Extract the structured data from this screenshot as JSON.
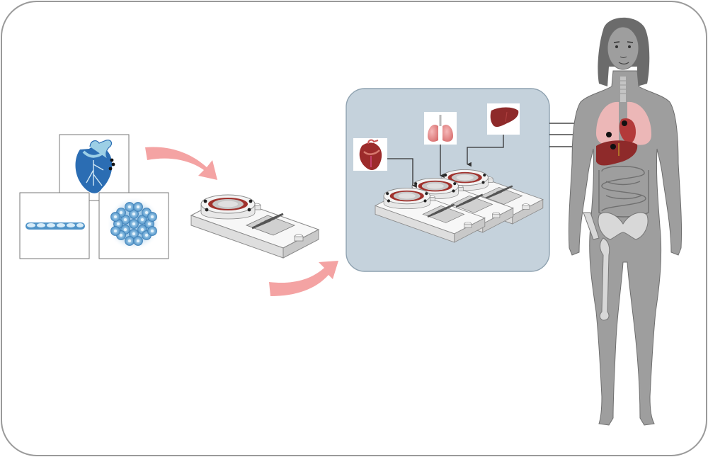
{
  "figure": {
    "panels": [
      {
        "id": "heart-tissue",
        "icon": "blue-heart-icon"
      },
      {
        "id": "cell-monolayer",
        "icon": "cell-monolayer-icon"
      },
      {
        "id": "cell-spheroid",
        "icon": "spheroid-icon"
      }
    ],
    "organs": [
      {
        "id": "heart",
        "icon": "red-heart-icon"
      },
      {
        "id": "lungs",
        "icon": "lungs-icon"
      },
      {
        "id": "liver",
        "icon": "liver-icon"
      }
    ],
    "colors": {
      "frame_stroke": "#9a9a9a",
      "arrow": "#f4a3a3",
      "multi_chip_panel": "#c5d2dc",
      "body": "#9e9e9e",
      "cell_blue": "#4f93c8",
      "heart_blue": "#2b6db3",
      "organ_red": "#9c2b2b",
      "chip_ring": "#a0322d"
    }
  }
}
